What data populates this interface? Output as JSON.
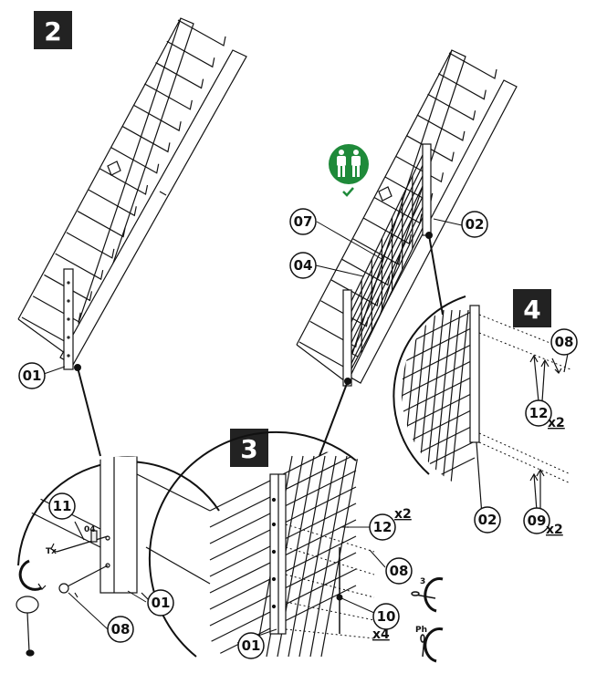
{
  "steps": {
    "s2": "2",
    "s3": "3",
    "s4": "4"
  },
  "callouts": {
    "c01_a": "01",
    "c01_b": "01",
    "c01_c": "01",
    "c07": "07",
    "c04": "04",
    "c02_a": "02",
    "c02_b": "02",
    "c11": "11",
    "c08_a": "08",
    "c08_b": "08",
    "c08_c": "08",
    "c12_a": "12",
    "c12_b": "12",
    "c10": "10",
    "c09": "09"
  },
  "quantities": {
    "q12_a": "x2",
    "q10": "x4",
    "q12_b": "x2",
    "q09": "x2"
  },
  "small_labels": {
    "part04": "04",
    "bit_tx": "Tx",
    "bit_3": "3",
    "bit_ph": "Ph"
  },
  "icons": {
    "two_person": "two-person-icon",
    "check": "check-icon"
  },
  "colors": {
    "badge": "#1f8a3a",
    "step_box": "#222222",
    "ink": "#111111"
  }
}
